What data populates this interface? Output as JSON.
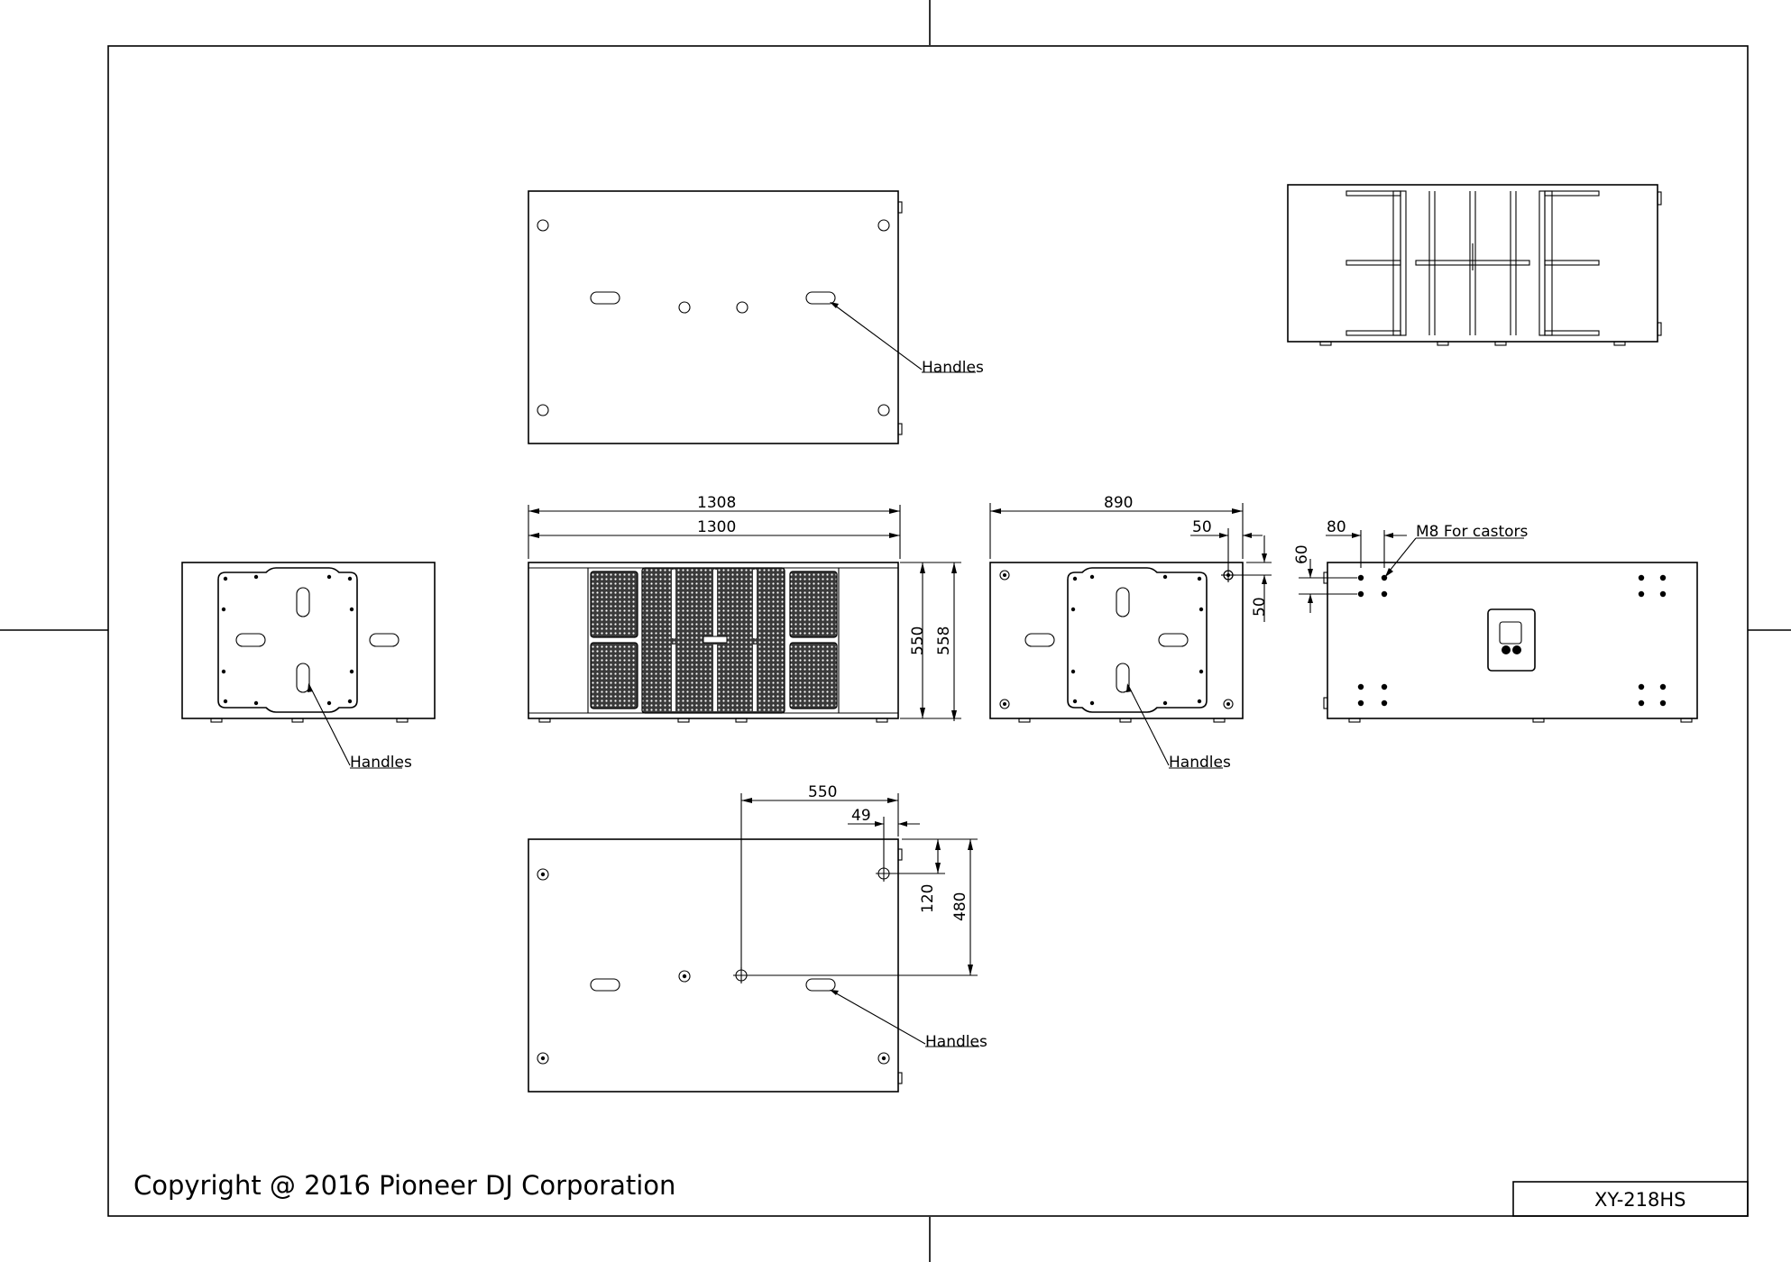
{
  "copyright": "Copyright @ 2016 Pioneer DJ Corporation",
  "model": "XY-218HS",
  "labels": {
    "handles": "Handles",
    "castors": "M8 For castors"
  },
  "dimensions": {
    "front_width_outer": "1308",
    "front_width_inner": "1300",
    "height_inner": "550",
    "height_outer": "558",
    "depth": "890",
    "side_offset_h": "50",
    "side_offset_v": "50",
    "rear_offset_h": "80",
    "rear_offset_v": "60",
    "bottom_width": "550",
    "bottom_offset_h": "49",
    "bottom_offset_v1": "120",
    "bottom_offset_v2": "480"
  }
}
